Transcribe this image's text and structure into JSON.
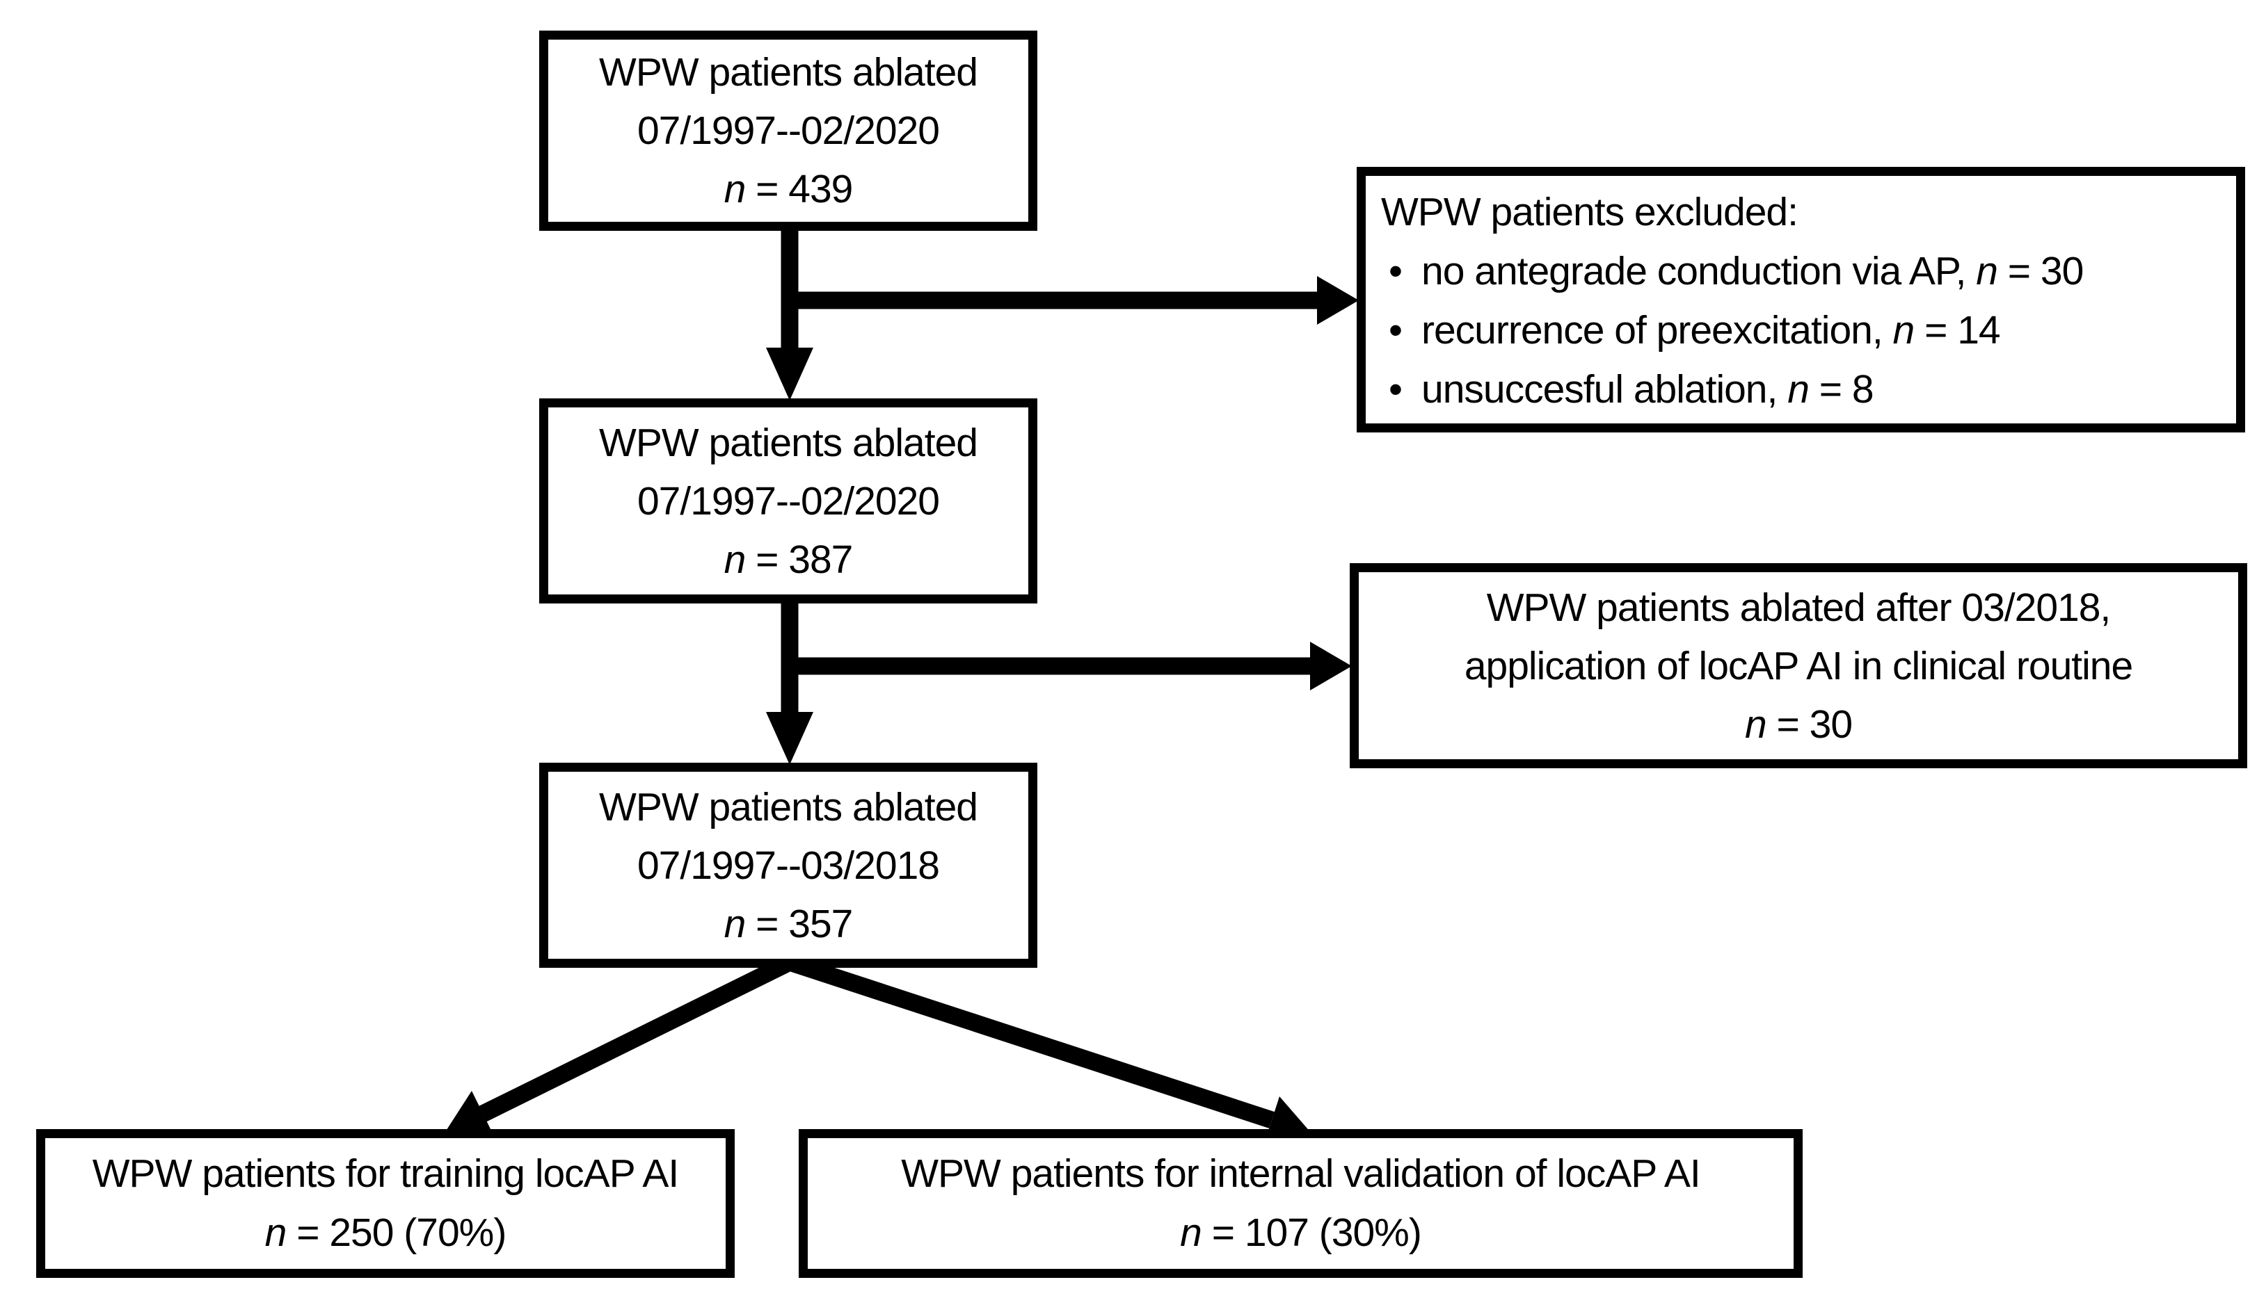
{
  "figure": {
    "background": "#ffffff",
    "ink_color": "#000000",
    "bullet_glyph": "•"
  },
  "boxes": {
    "cohort_initial": {
      "line1": "WPW patients ablated",
      "line2": "07/1997--02/2020",
      "n_sym": "n",
      "n_rest": " = 439"
    },
    "excluded": {
      "title": "WPW patients excluded:",
      "bullets": [
        {
          "before": "no antegrade conduction via AP, ",
          "n_sym": "n",
          "after": " = 30"
        },
        {
          "before": "recurrence of preexcitation, ",
          "n_sym": "n",
          "after": " = 14"
        },
        {
          "before": "unsuccesful ablation, ",
          "n_sym": "n",
          "after": " = 8"
        }
      ]
    },
    "cohort_after_exclusion": {
      "line1": "WPW patients ablated",
      "line2": "07/1997--02/2020",
      "n_sym": "n",
      "n_rest": " = 387"
    },
    "ablated_after_032018": {
      "line1": "WPW patients ablated after 03/2018,",
      "line2": "application of locAP AI in clinical routine",
      "n_sym": "n",
      "n_rest": " = 30"
    },
    "cohort_final": {
      "line1": "WPW patients ablated",
      "line2": "07/1997--03/2018",
      "n_sym": "n",
      "n_rest": " = 357"
    },
    "training": {
      "line1": "WPW patients for training locAP AI",
      "n_sym": "n",
      "n_rest": " = 250 (70%)"
    },
    "validation": {
      "line1": "WPW patients for internal validation of locAP AI",
      "n_sym": "n",
      "n_rest": " = 107 (30%)"
    }
  }
}
